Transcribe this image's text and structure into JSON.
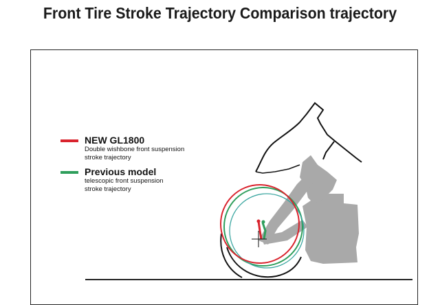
{
  "title": "Front Tire Stroke Trajectory Comparison trajectory",
  "legend": {
    "new": {
      "label": "NEW GL1800",
      "desc_line1": "Double wishbone front suspension",
      "desc_line2": "stroke trajectory",
      "color": "#d9232d"
    },
    "previous": {
      "label": "Previous model",
      "desc_line1": "telescopic front suspension",
      "desc_line2": "stroke trajectory",
      "color": "#2e9e5b"
    }
  },
  "colors": {
    "ground": "#222222",
    "fairing_outline": "#111111",
    "mechanism_fill": "#a9a9a9",
    "teal_track": "#3aa6a0"
  }
}
